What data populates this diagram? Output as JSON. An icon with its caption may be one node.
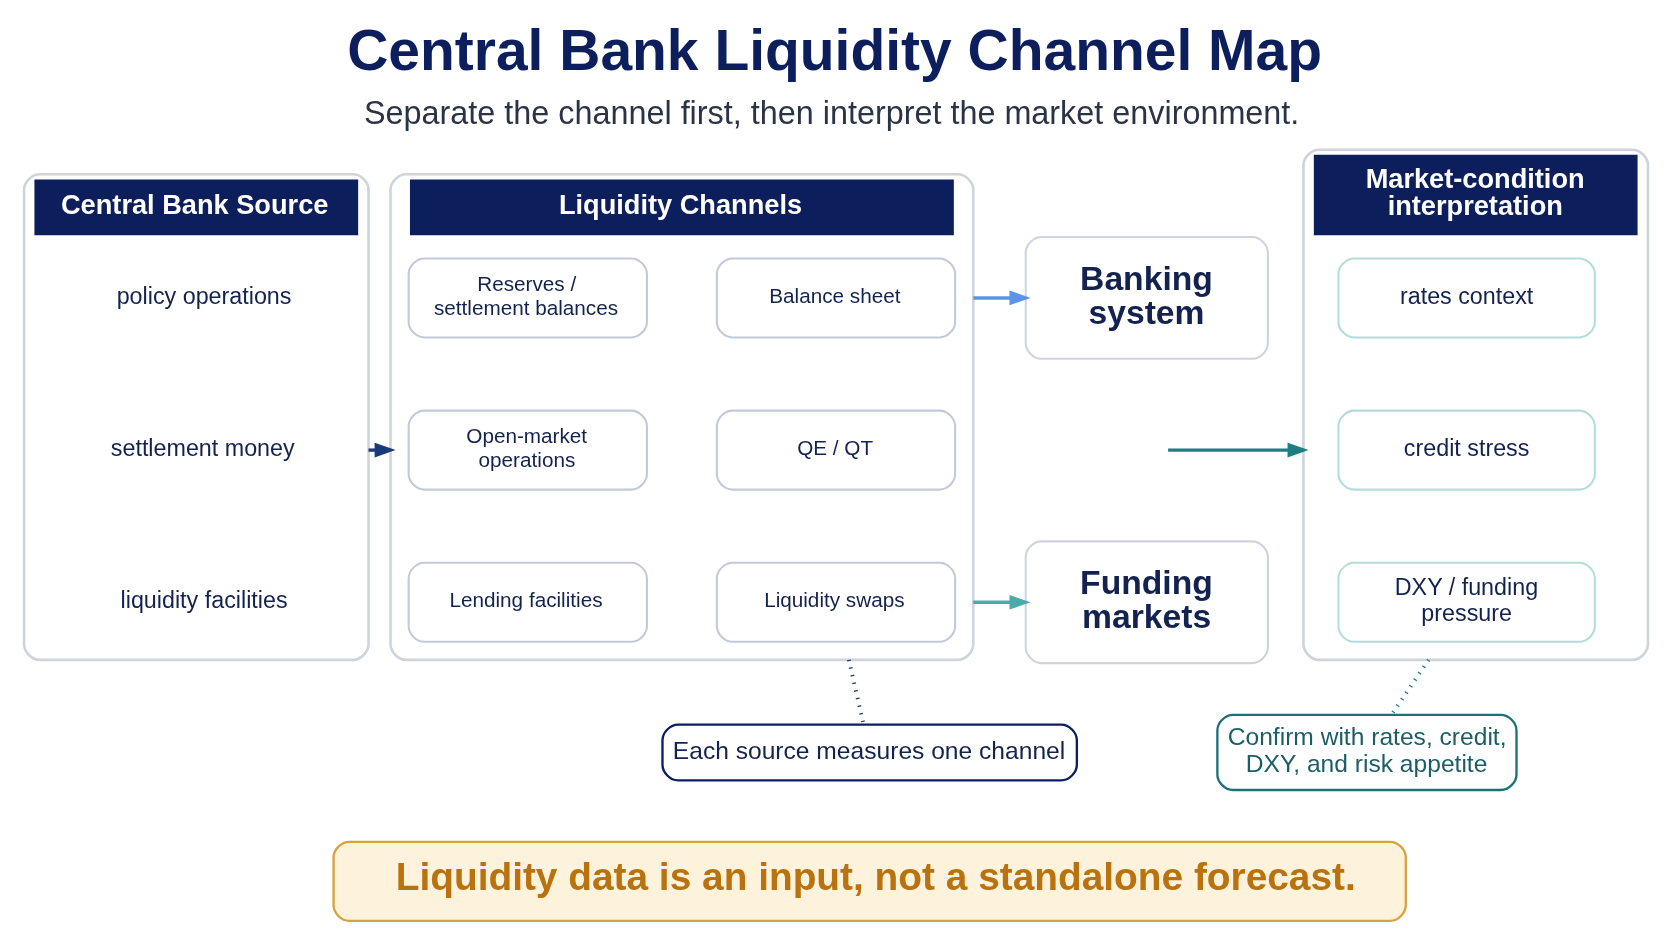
{
  "diagram": {
    "title": "Central Bank Liquidity Channel Map",
    "nodes": [
      {
        "text": [
          "Central Bank Source"
        ]
      },
      {
        "text": [
          "policy operations"
        ],
        "in": 0
      },
      {
        "text": [
          "settlement money"
        ],
        "in": 0
      },
      {
        "text": [
          "liquidity facilities"
        ],
        "in": 0
      },
      {
        "text": [
          "Liquidity Channels"
        ]
      },
      {
        "text": [
          "Reserves / settlement balances"
        ],
        "in": 4
      },
      {
        "text": [
          "Balance sheet"
        ],
        "in": 4
      },
      {
        "text": [
          "Open-market operations"
        ],
        "in": 4
      },
      {
        "text": [
          "QE / QT"
        ],
        "in": 4
      },
      {
        "text": [
          "Lending facilities"
        ],
        "in": 4
      },
      {
        "text": [
          "Liquidity swaps"
        ],
        "in": 4
      },
      {
        "text": [
          "Each source measures one channel"
        ]
      },
      {
        "text": [
          "Banking system"
        ]
      },
      {
        "text": [
          "Funding markets"
        ]
      },
      {
        "text": [
          "Market-condition interpretation"
        ]
      },
      {
        "text": [
          "rates context"
        ],
        "in": 14
      },
      {
        "text": [
          "credit stress"
        ],
        "in": 14
      },
      {
        "text": [
          "DXY / funding pressure"
        ],
        "in": 14
      },
      {
        "text": [
          "Confirm with rates, credit, DXY, and risk appetite"
        ]
      },
      {
        "text": [
          "Liquidity data is an input, not a standalone forecast."
        ]
      }
    ],
    "edges": [
      {
        "from": 0,
        "to": 4,
        "arrow": "to"
      },
      {
        "from": 4,
        "to": 12,
        "arrow": "to",
        "color": "#5b93e8"
      },
      {
        "from": 4,
        "to": 13,
        "arrow": "to",
        "color": "#4ea9aa"
      },
      {
        "from": null,
        "to": 14,
        "arrow": "to",
        "color": "#1f7d84"
      },
      {
        "from": 4,
        "to": 11,
        "arrow": "none",
        "style": "dashed"
      },
      {
        "from": 14,
        "to": 18,
        "arrow": "none",
        "style": "dashed",
        "color": "#1f7d84"
      }
    ],
    "labels": [
      "Separate the channel first, then interpret the market environment."
    ]
  }
}
